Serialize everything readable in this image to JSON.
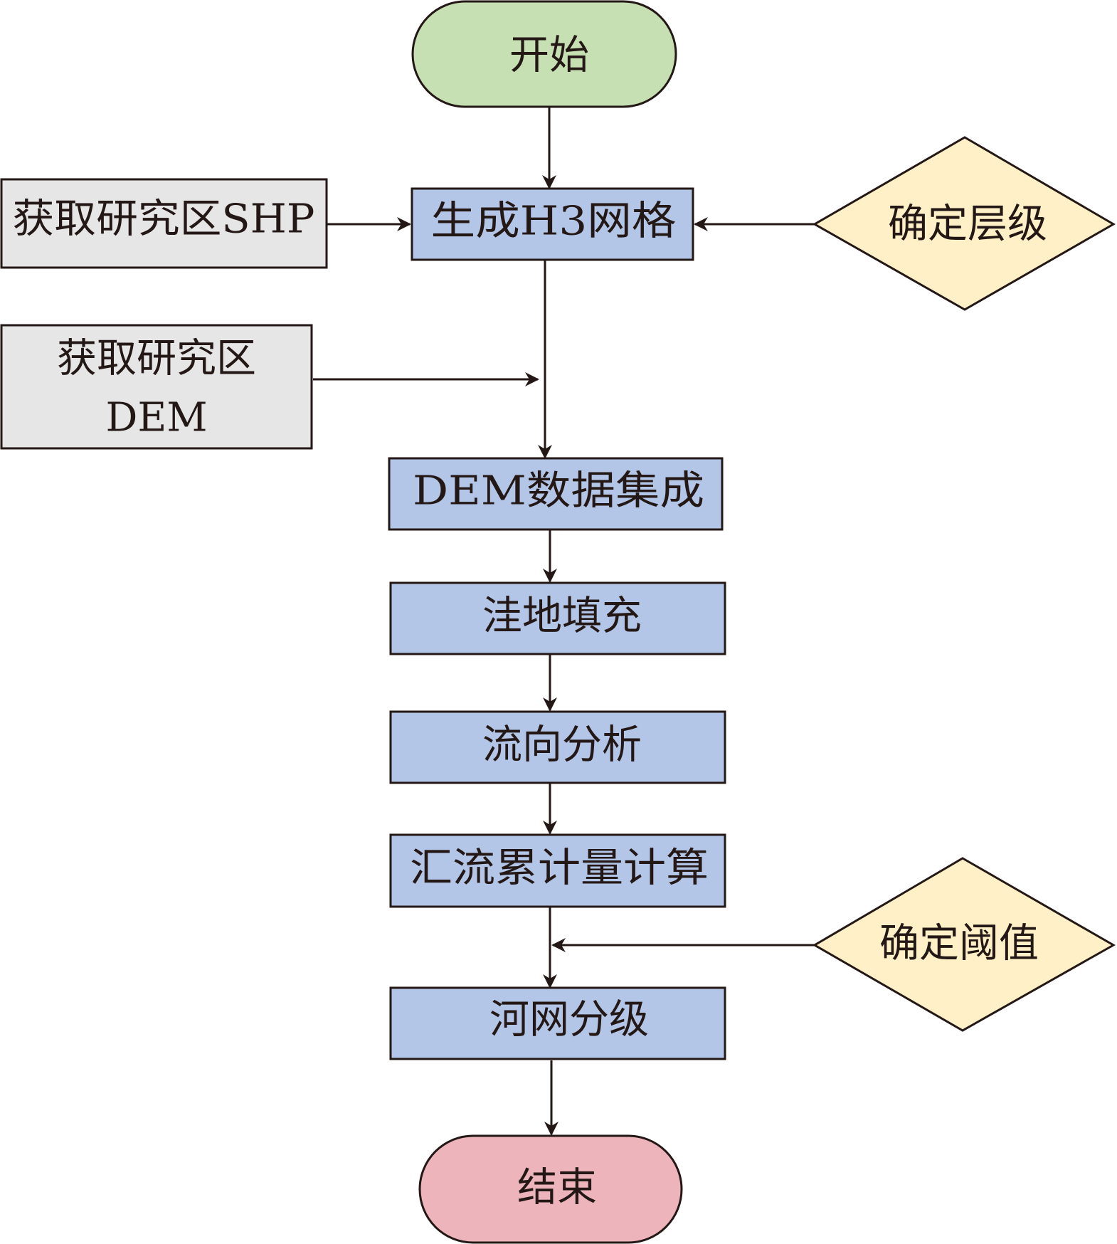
{
  "colors": {
    "terminal_start": "#c6e0b4",
    "terminal_end": "#eeb4bc",
    "process": "#b4c6e7",
    "input": "#e6e6e6",
    "decision": "#fff0c8",
    "stroke": "#231815"
  },
  "nodes": {
    "start": {
      "label": "开始"
    },
    "input_shp": {
      "label": "获取研究区SHP"
    },
    "input_dem": {
      "label_line1": "获取研究区",
      "label_line2": "DEM"
    },
    "generate_h3": {
      "label": "生成H3网格"
    },
    "decide_level": {
      "label": "确定层级"
    },
    "dem_integration": {
      "label": "DEM数据集成"
    },
    "depression_fill": {
      "label": "洼地填充"
    },
    "flow_direction": {
      "label": "流向分析"
    },
    "flow_accumulation": {
      "label": "汇流累计量计算"
    },
    "decide_threshold": {
      "label": "确定阈值"
    },
    "stream_order": {
      "label": "河网分级"
    },
    "end": {
      "label": "结束"
    }
  },
  "edges": [
    {
      "from": "start",
      "to": "generate_h3"
    },
    {
      "from": "input_shp",
      "to": "generate_h3"
    },
    {
      "from": "decide_level",
      "to": "generate_h3"
    },
    {
      "from": "generate_h3",
      "to": "dem_integration"
    },
    {
      "from": "input_dem",
      "to": "dem_integration"
    },
    {
      "from": "dem_integration",
      "to": "depression_fill"
    },
    {
      "from": "depression_fill",
      "to": "flow_direction"
    },
    {
      "from": "flow_direction",
      "to": "flow_accumulation"
    },
    {
      "from": "flow_accumulation",
      "to": "stream_order"
    },
    {
      "from": "decide_threshold",
      "to": "stream_order"
    },
    {
      "from": "stream_order",
      "to": "end"
    }
  ]
}
